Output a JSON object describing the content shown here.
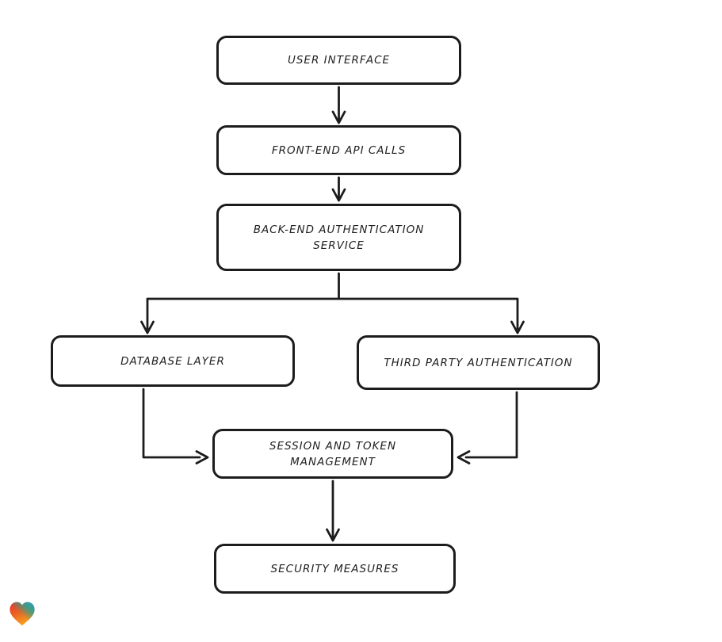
{
  "diagram": {
    "type": "flowchart",
    "background_color": "#ffffff",
    "stroke_color": "#1c1c1c",
    "node_fill_color": "#ffffff",
    "nodes": [
      {
        "id": "user-interface",
        "label": "USER INTERFACE"
      },
      {
        "id": "front-end-api-calls",
        "label": "FRONT-END API CALLS"
      },
      {
        "id": "back-end-authentication-service",
        "label": "BACK-END AUTHENTICATION\nSERVICE"
      },
      {
        "id": "database-layer",
        "label": "DATABASE LAYER"
      },
      {
        "id": "third-party-authentication",
        "label": "THIRD PARTY AUTHENTICATION"
      },
      {
        "id": "session-and-token-management",
        "label": "SESSION AND TOKEN\nMANAGEMENT"
      },
      {
        "id": "security-measures",
        "label": "SECURITY MEASURES"
      }
    ],
    "edges": [
      {
        "from": "user-interface",
        "to": "front-end-api-calls"
      },
      {
        "from": "front-end-api-calls",
        "to": "back-end-authentication-service"
      },
      {
        "from": "back-end-authentication-service",
        "to": "database-layer"
      },
      {
        "from": "back-end-authentication-service",
        "to": "third-party-authentication"
      },
      {
        "from": "database-layer",
        "to": "session-and-token-management"
      },
      {
        "from": "third-party-authentication",
        "to": "session-and-token-management"
      },
      {
        "from": "session-and-token-management",
        "to": "security-measures"
      }
    ],
    "logo": {
      "icon": "gradient-heart-logo",
      "colors": [
        "#e8322a",
        "#299fd8",
        "#27a58f",
        "#f7a21c"
      ]
    }
  }
}
